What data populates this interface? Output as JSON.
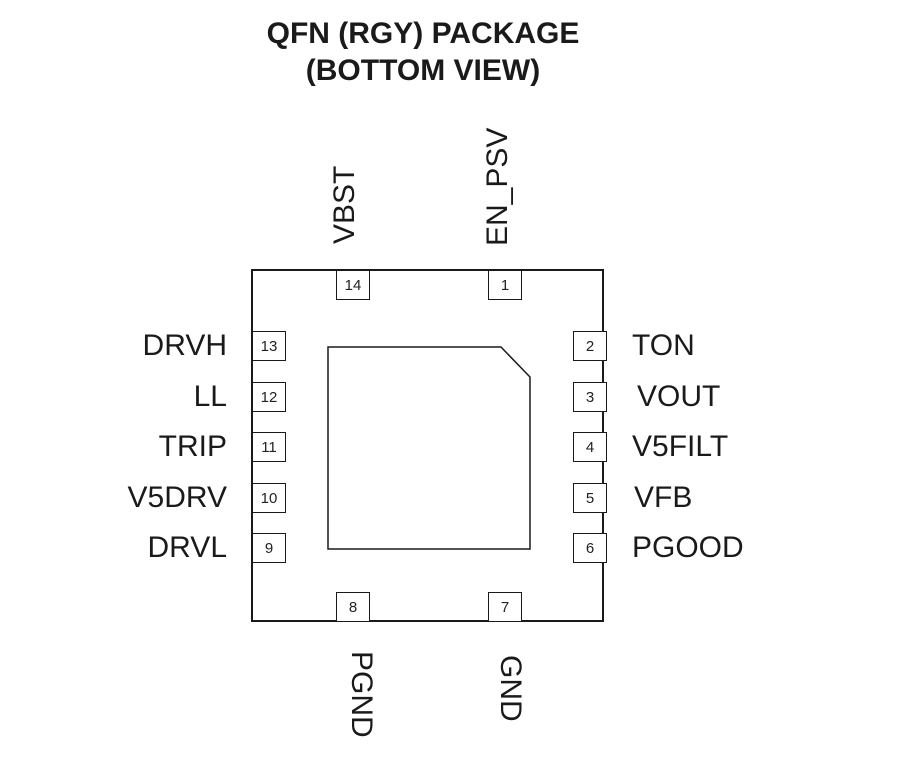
{
  "title": {
    "line1": "QFN (RGY) PACKAGE",
    "line2": "(BOTTOM VIEW)"
  },
  "pins": {
    "p1": {
      "number": "1",
      "name": "EN_PSV"
    },
    "p2": {
      "number": "2",
      "name": "TON"
    },
    "p3": {
      "number": "3",
      "name": "VOUT"
    },
    "p4": {
      "number": "4",
      "name": "V5FILT"
    },
    "p5": {
      "number": "5",
      "name": "VFB"
    },
    "p6": {
      "number": "6",
      "name": "PGOOD"
    },
    "p7": {
      "number": "7",
      "name": "GND"
    },
    "p8": {
      "number": "8",
      "name": "PGND"
    },
    "p9": {
      "number": "9",
      "name": "DRVL"
    },
    "p10": {
      "number": "10",
      "name": "V5DRV"
    },
    "p11": {
      "number": "11",
      "name": "TRIP"
    },
    "p12": {
      "number": "12",
      "name": "LL"
    },
    "p13": {
      "number": "13",
      "name": "DRVH"
    },
    "p14": {
      "number": "14",
      "name": "VBST"
    }
  },
  "colors": {
    "ink": "#1a1a1a",
    "background": "#ffffff"
  }
}
